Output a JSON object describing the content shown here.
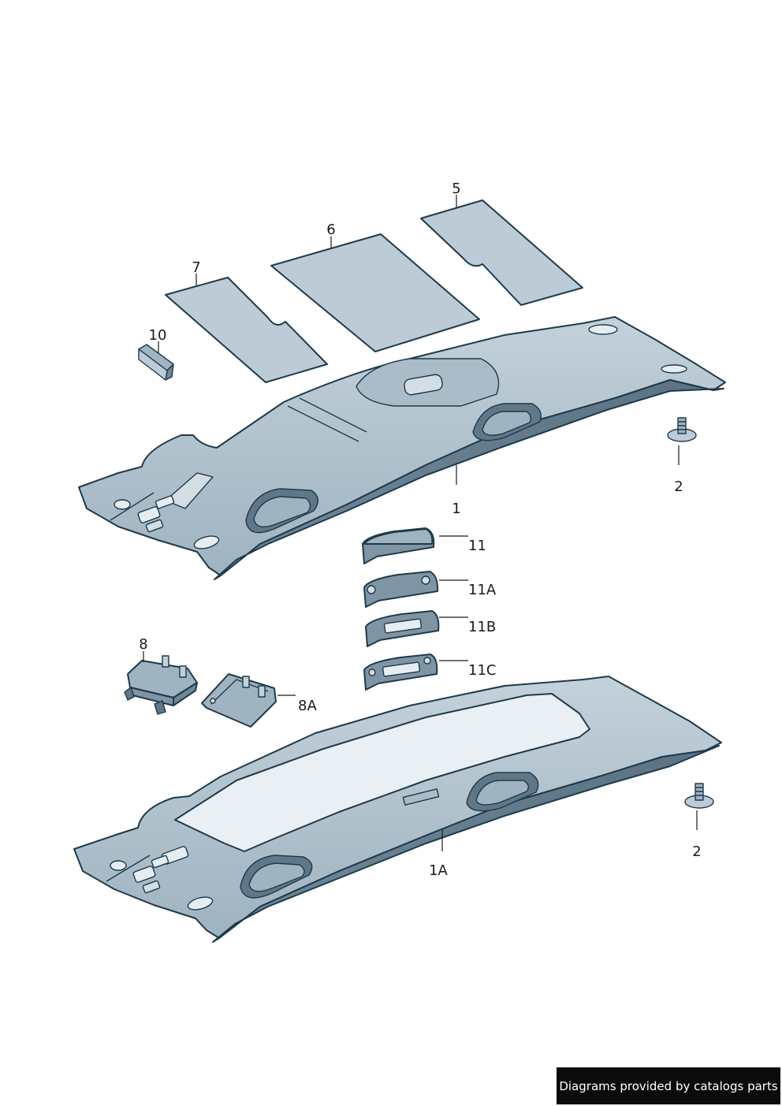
{
  "colors": {
    "part_fill": "#bccbd5",
    "part_shadow": "#7f95a4",
    "part_dark": "#5f7787",
    "outline": "#1e3a4c",
    "background": "#ffffff"
  },
  "labels": {
    "p1": "1",
    "p1a": "1A",
    "p2_top": "2",
    "p2_bottom": "2",
    "p5": "5",
    "p6": "6",
    "p7": "7",
    "p8": "8",
    "p8a": "8A",
    "p10": "10",
    "p11": "11",
    "p11a": "11A",
    "p11b": "11B",
    "p11c": "11C"
  },
  "credit": "Diagrams provided by catalogs parts"
}
